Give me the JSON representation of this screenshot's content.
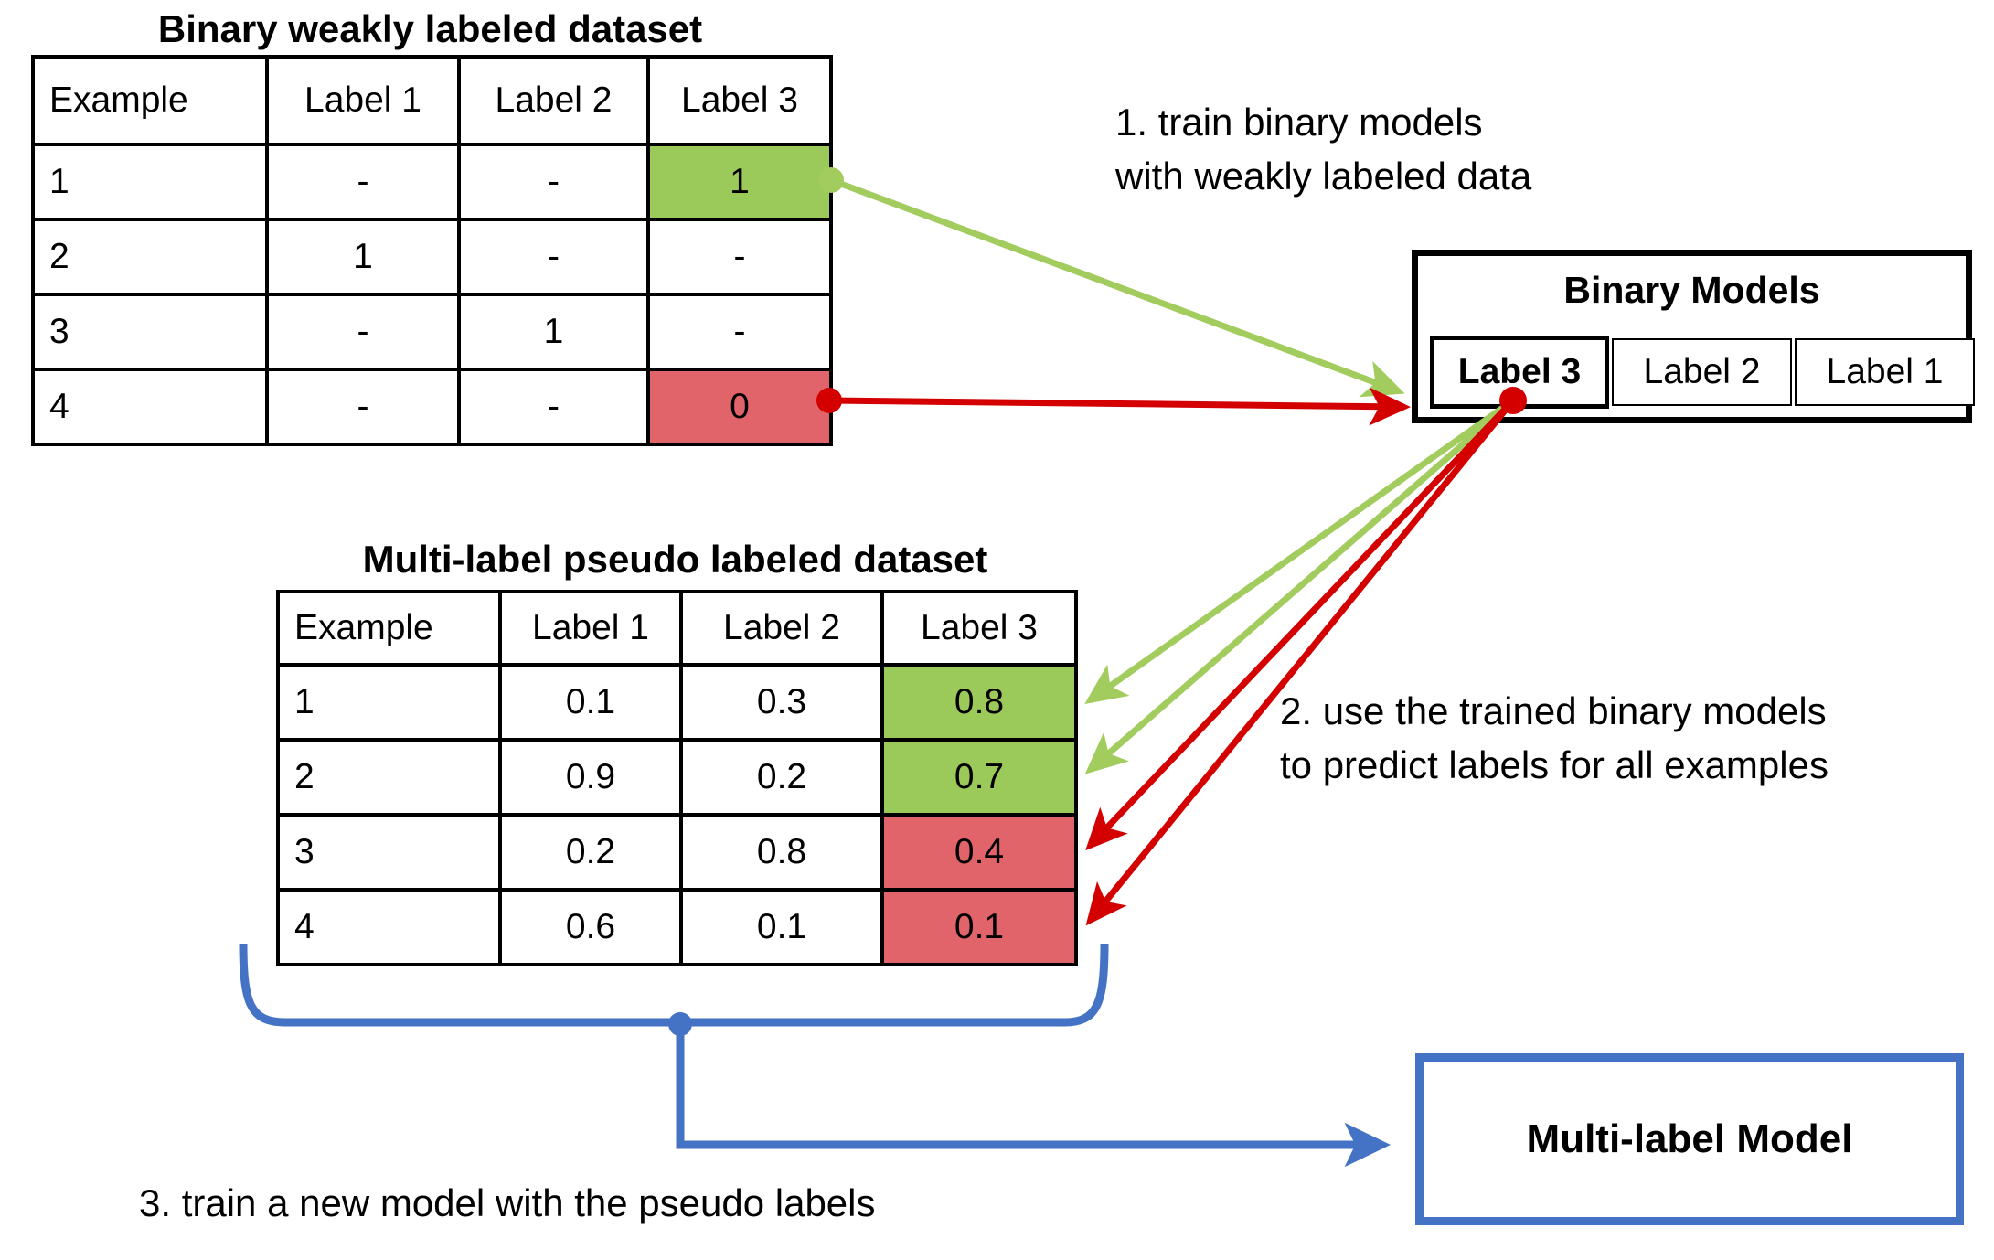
{
  "diagram": {
    "weak_table": {
      "title": "Binary weakly labeled dataset",
      "headers": [
        "Example",
        "Label 1",
        "Label 2",
        "Label 3"
      ],
      "rows": [
        {
          "cells": [
            "1",
            "-",
            "-",
            "1"
          ],
          "label3_highlight": "positive"
        },
        {
          "cells": [
            "2",
            "1",
            "-",
            "-"
          ],
          "label3_highlight": "none"
        },
        {
          "cells": [
            "3",
            "-",
            "1",
            "-"
          ],
          "label3_highlight": "none"
        },
        {
          "cells": [
            "4",
            "-",
            "-",
            "0"
          ],
          "label3_highlight": "negative"
        }
      ]
    },
    "pseudo_table": {
      "title": "Multi-label pseudo labeled dataset",
      "headers": [
        "Example",
        "Label 1",
        "Label 2",
        "Label 3"
      ],
      "rows": [
        {
          "cells": [
            "1",
            "0.1",
            "0.3",
            "0.8"
          ],
          "label3_highlight": "positive"
        },
        {
          "cells": [
            "2",
            "0.9",
            "0.2",
            "0.7"
          ],
          "label3_highlight": "positive"
        },
        {
          "cells": [
            "3",
            "0.2",
            "0.8",
            "0.4"
          ],
          "label3_highlight": "negative"
        },
        {
          "cells": [
            "4",
            "0.6",
            "0.1",
            "0.1"
          ],
          "label3_highlight": "negative"
        }
      ]
    },
    "binary_models": {
      "title": "Binary Models",
      "models": [
        "Label 3",
        "Label 2",
        "Label 1"
      ]
    },
    "multilabel_model": {
      "label": "Multi-label Model"
    },
    "steps": {
      "step1_line1": "1. train binary models",
      "step1_line2": "with weakly labeled data",
      "step2_line1": "2. use the trained binary models",
      "step2_line2": "to predict labels for all examples",
      "step3": "3. train a new model with the pseudo labels"
    },
    "colors": {
      "positive_green": "#9CCA5A",
      "negative_red": "#E2646B",
      "arrow_green": "#A2CC5E",
      "arrow_red": "#D40000",
      "accent_blue": "#4472C4"
    }
  }
}
